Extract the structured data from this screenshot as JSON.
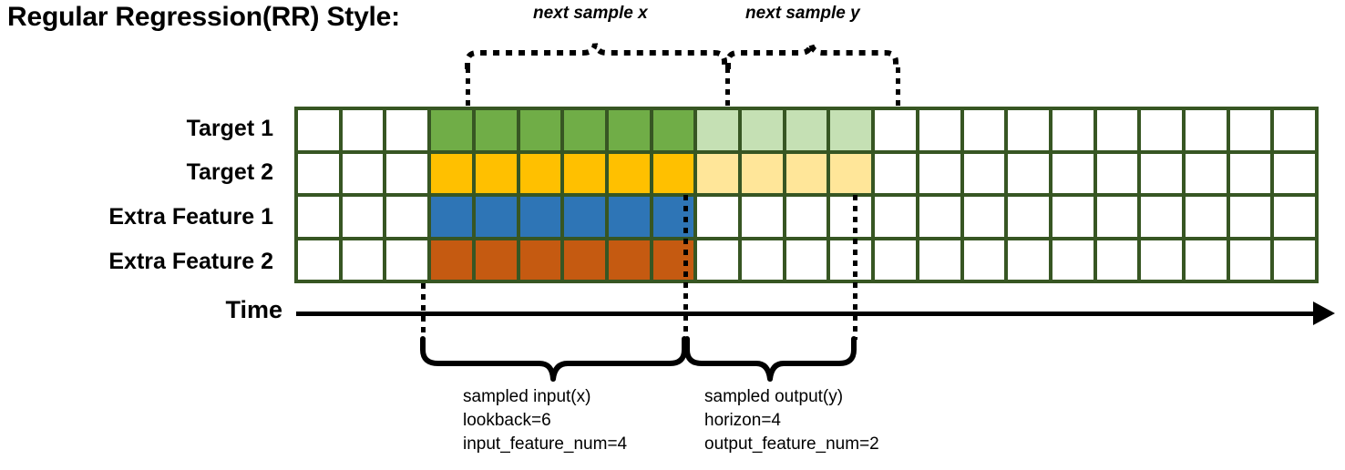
{
  "title": "Regular Regression(RR) Style:",
  "top_annotations": {
    "next_sample_x": "next sample x",
    "next_sample_y": "next sample y"
  },
  "rows": [
    {
      "label": "Target 1",
      "color_key": "green",
      "solid_color": "#70AD47",
      "light_color": "#C5E0B4"
    },
    {
      "label": "Target 2",
      "color_key": "amber",
      "solid_color": "#FFC000",
      "light_color": "#FFE699"
    },
    {
      "label": "Extra Feature 1",
      "color_key": "blue",
      "solid_color": "#2E75B6",
      "light_color": "#FFFFFF"
    },
    {
      "label": "Extra Feature 2",
      "color_key": "orange",
      "solid_color": "#C55A11",
      "light_color": "#FFFFFF"
    }
  ],
  "grid": {
    "total_columns": 23,
    "leading_blank_columns": 3,
    "solid_columns": 6,
    "light_columns": 4,
    "trailing_blank_columns": 10,
    "grid_line_color": "#375623",
    "empty_cell_color": "#FFFFFF",
    "row_fill": [
      {
        "solid": "#70AD47",
        "light": "#C5E0B4"
      },
      {
        "solid": "#FFC000",
        "light": "#FFE699"
      },
      {
        "solid": "#2E75B6",
        "light": "#FFFFFF"
      },
      {
        "solid": "#C55A11",
        "light": "#FFFFFF"
      }
    ]
  },
  "time_axis": {
    "label": "Time"
  },
  "bottom_annotations": {
    "input": {
      "title": "sampled input(x)",
      "line2": "lookback=6",
      "line3": "input_feature_num=4"
    },
    "output": {
      "title": "sampled output(y)",
      "line2": "horizon=4",
      "line3": "output_feature_num=2"
    }
  },
  "colors": {
    "green": "#70AD47",
    "light_green": "#C5E0B4",
    "amber": "#FFC000",
    "light_amber": "#FFE699",
    "blue": "#2E75B6",
    "orange": "#C55A11",
    "grid_border": "#375623",
    "stroke": "#000000"
  }
}
